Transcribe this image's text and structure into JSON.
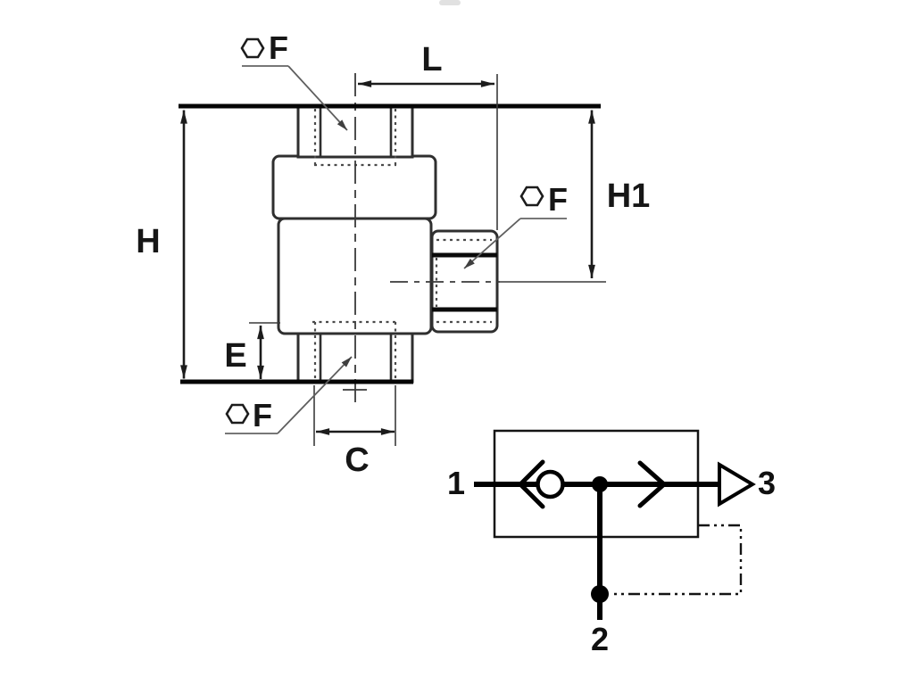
{
  "drawing": {
    "description": "dimensional front view of threaded quick-exhaust fitting",
    "dim_h": "H",
    "dim_h1": "H1",
    "dim_l": "L",
    "dim_e": "E",
    "dim_c": "C",
    "hex_top_label": "F",
    "hex_side_label": "F",
    "hex_bottom_label": "F",
    "colors": {
      "outline": "#2f2f2f",
      "thick_line": "#050505",
      "dimension_line": "#1c1c1c",
      "hidden_line": "#4a4a4a",
      "leader_line": "#5f5f5f",
      "label": "#161616",
      "background": "#ffffff"
    }
  },
  "schematic": {
    "description": "quick exhaust valve pneumatic circuit symbol",
    "port_1": "1",
    "port_2": "2",
    "port_3": "3",
    "colors": {
      "line": "#000000",
      "box": "#141414"
    }
  }
}
